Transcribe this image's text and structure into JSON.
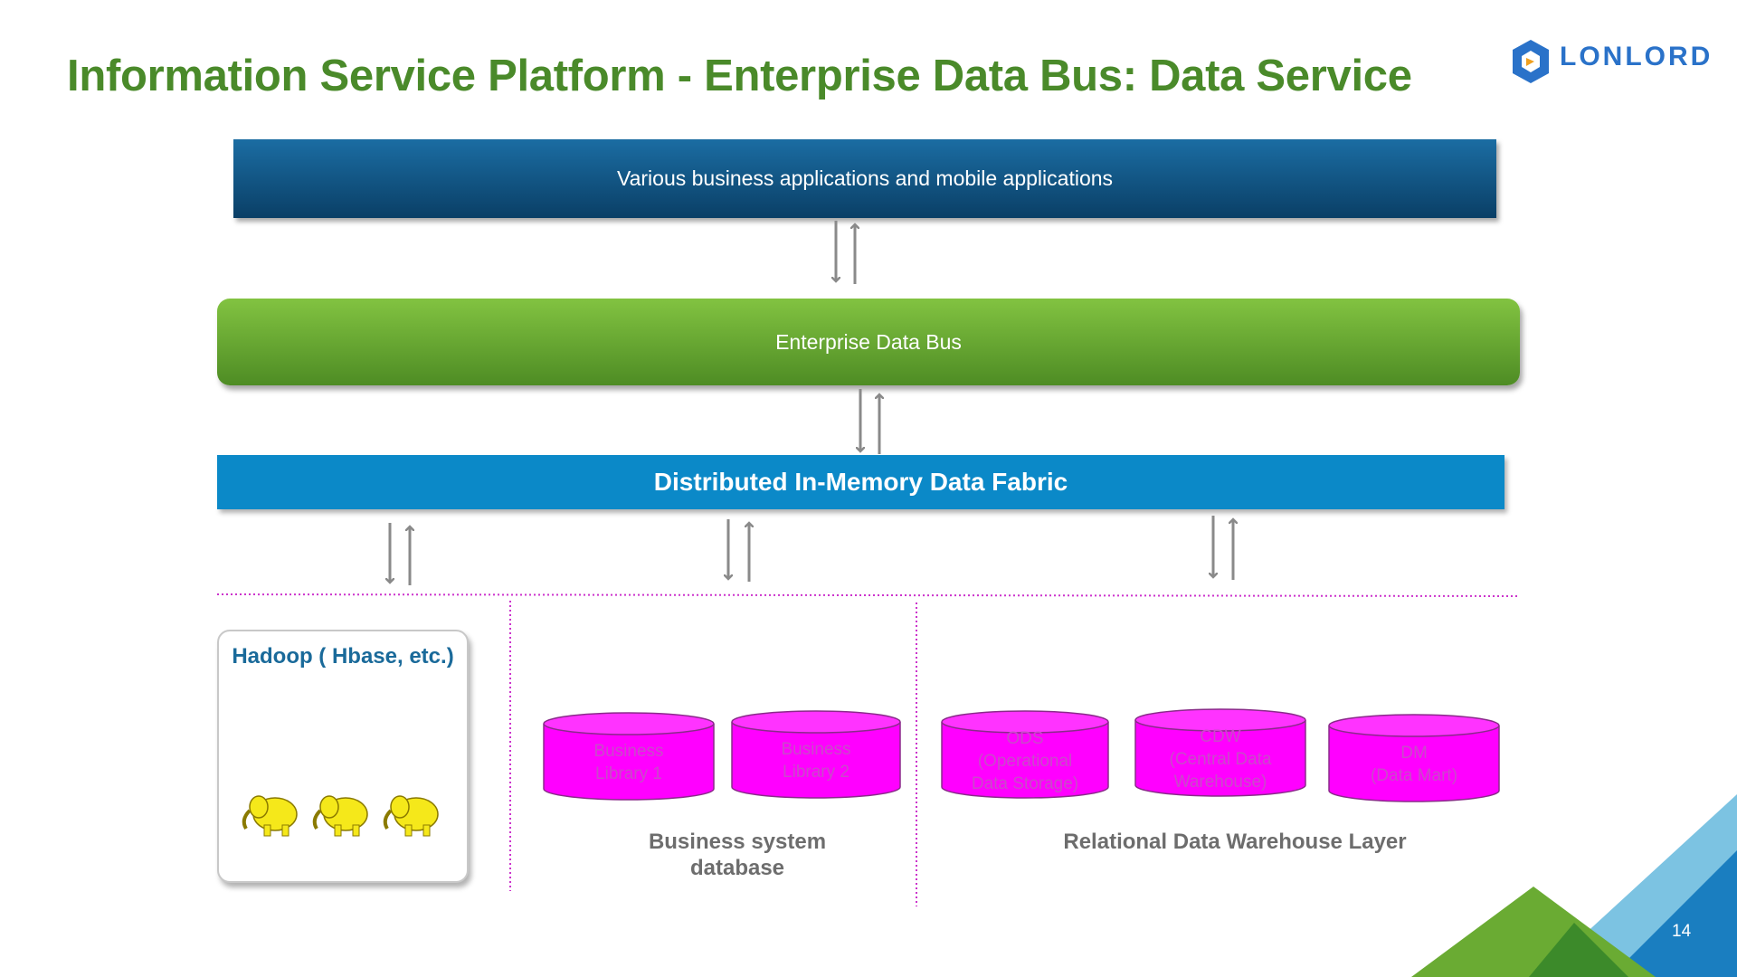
{
  "title": "Information Service Platform - Enterprise Data Bus: Data Service",
  "logo": {
    "text": "LONLORD"
  },
  "layers": {
    "apps": "Various business applications and mobile applications",
    "bus": "Enterprise Data Bus",
    "fabric": "Distributed In-Memory Data Fabric"
  },
  "hadoop": {
    "title": "Hadoop ( Hbase, etc.)"
  },
  "business_db": {
    "label_line1": "Business system",
    "label_line2": "database",
    "cylinders": [
      {
        "line1": "Business",
        "line2": "Library 1"
      },
      {
        "line1": "Business",
        "line2": "Library 2"
      }
    ]
  },
  "warehouse": {
    "label": "Relational Data Warehouse Layer",
    "cylinders": [
      {
        "line1": "ODS",
        "line2": "(Operational",
        "line3": "Data Storage)"
      },
      {
        "line1": "CDW",
        "line2": "(Central Data",
        "line3": "Warehouse)"
      },
      {
        "line1": "DM",
        "line2": "(Data Mart)"
      }
    ]
  },
  "page_number": "14",
  "colors": {
    "title": "#4a8a2a",
    "apps_bar": "#0a3f66",
    "bus_bar": "#6aab33",
    "fabric_bar": "#0b89c8",
    "cylinder": "#ff00ff",
    "divider": "#cc33cc"
  }
}
